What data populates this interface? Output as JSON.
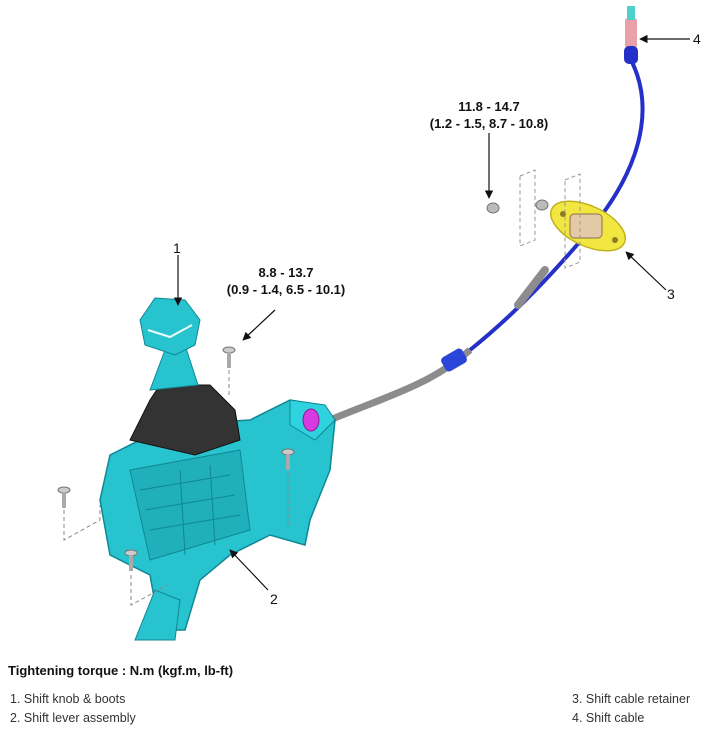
{
  "torques": {
    "shift_lever": {
      "value": "8.8 - 13.7",
      "sub": "(0.9 - 1.4, 6.5 - 10.1)"
    },
    "retainer": {
      "value": "11.8 - 14.7",
      "sub": "(1.2 - 1.5, 8.7 - 10.8)"
    }
  },
  "callouts": [
    "1",
    "2",
    "3",
    "4"
  ],
  "legend": {
    "title": "Tightening torque : N.m (kgf.m, lb-ft)",
    "items": [
      "1. Shift knob & boots",
      "2. Shift lever assembly",
      "3. Shift cable retainer",
      "4. Shift cable"
    ]
  },
  "colors": {
    "lever_body": "#27c3cf",
    "boot": "#333333",
    "cable_blue": "#2530c8",
    "cable_gray": "#8c8c8c",
    "retainer": "#f2e640",
    "bracket_pin": "#d83adf"
  }
}
